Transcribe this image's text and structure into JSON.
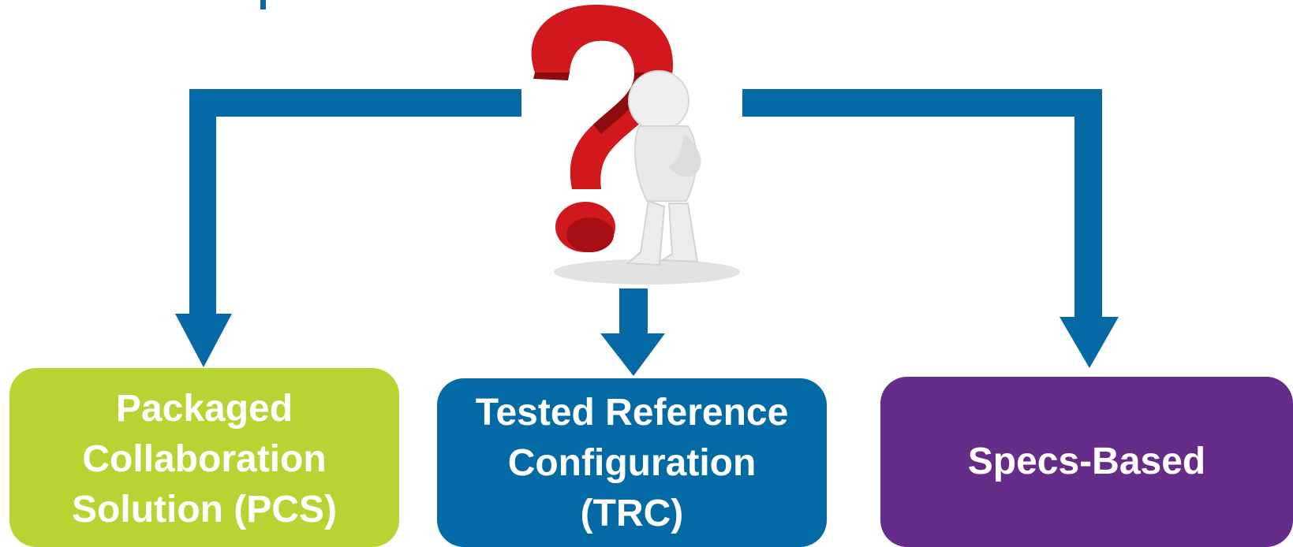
{
  "diagram": {
    "colors": {
      "arrow": "#0569a5",
      "pcs": "#b7d433",
      "trc": "#036aa6",
      "specs": "#652d89",
      "question_mark": "#d0181d",
      "figure": "#eeeeee"
    },
    "image": {
      "icon": "thinking-person-question-mark"
    },
    "boxes": {
      "pcs": {
        "lines": [
          "Packaged",
          "Collaboration",
          "Solution (PCS)"
        ]
      },
      "trc": {
        "lines": [
          "Tested Reference",
          "Configuration",
          "(TRC)"
        ]
      },
      "specs": {
        "lines": [
          "Specs-Based"
        ]
      }
    }
  }
}
